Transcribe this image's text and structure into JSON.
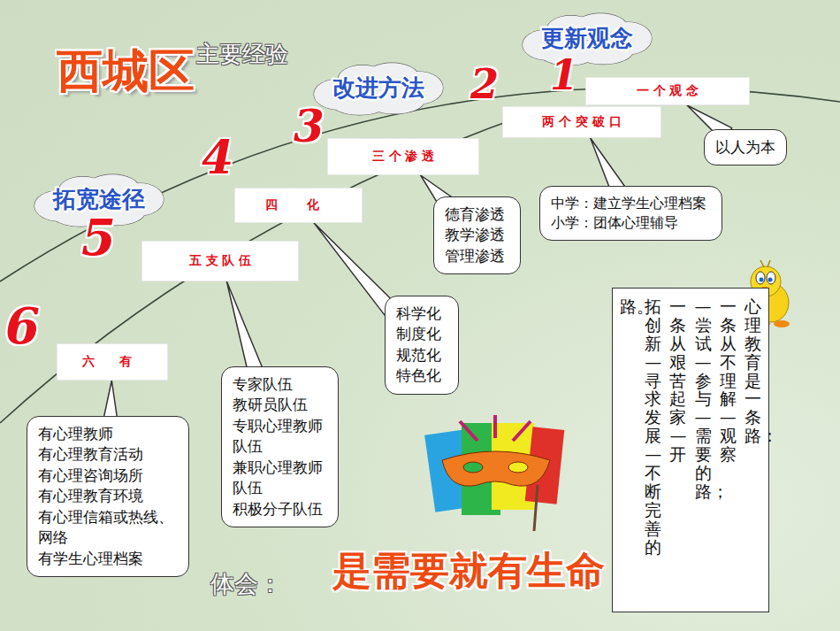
{
  "diagram": {
    "title": "西城区",
    "nodes": [
      {
        "text": [
          "更新观念"
        ]
      },
      {
        "text": [
          "改进方法"
        ]
      },
      {
        "text": [
          "一 个 观 念"
        ]
      },
      {
        "text": [
          "两 个 突 破 口"
        ]
      },
      {
        "text": [
          "以人为本"
        ]
      },
      {
        "text": [
          "三 个 渗 透"
        ]
      },
      {
        "text": [
          "拓宽途径"
        ]
      },
      {
        "text": [
          "四 化"
        ]
      },
      {
        "text": [
          "中学：建立学生心理档案",
          "小学：团体心理辅导"
        ]
      },
      {
        "text": [
          "德育渗透",
          "教学渗透",
          "管理渗透"
        ]
      },
      {
        "text": [
          "五 支 队 伍"
        ]
      },
      {
        "text": [
          "科学化",
          "制度化",
          "规范化",
          "特色化"
        ]
      },
      {
        "text": [
          "六 有"
        ]
      },
      {
        "text": [
          "专家队伍",
          "教研员队伍",
          "专职心理教师队伍",
          "兼职心理教师队伍",
          "积极分子队伍"
        ]
      },
      {
        "text": [
          "心理教育是一条路：",
          "一条从不理解—观察",
          "—尝试—参与—需要的路；",
          "一条从艰苦起家—开",
          "拓创新—寻求发展—不断完善的",
          "路。"
        ]
      },
      {
        "text": [
          "有心理教师",
          "有心理教育活动",
          "有心理咨询场所",
          "有心理教育环境",
          "有心理信箱或热线、网络",
          "有学生心理档案"
        ]
      }
    ],
    "edges": [
      {
        "from": 4,
        "to": 2,
        "arrow": "none"
      },
      {
        "from": 8,
        "to": 3,
        "arrow": "none"
      },
      {
        "from": 9,
        "to": 5,
        "arrow": "none"
      },
      {
        "from": 11,
        "to": 7,
        "arrow": "none"
      },
      {
        "from": 13,
        "to": 10,
        "arrow": "none"
      },
      {
        "from": 15,
        "to": 12,
        "arrow": "none"
      }
    ],
    "labels": [
      "主要经验",
      "1",
      "2",
      "3",
      "4",
      "5",
      "6",
      "体会：",
      "是需要就有生命"
    ]
  }
}
